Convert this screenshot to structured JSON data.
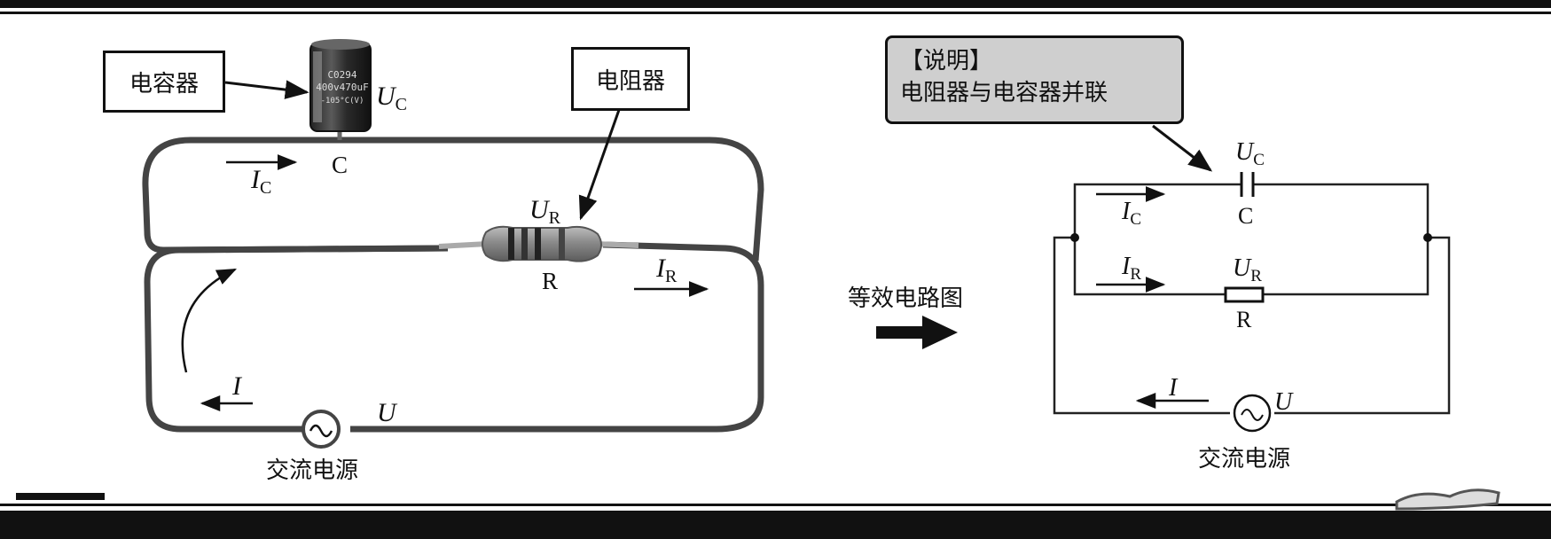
{
  "left": {
    "callout_capacitor": "电容器",
    "callout_resistor": "电阻器",
    "capacitor_print": [
      "C0294",
      "400v470uF",
      "-105°C(V)"
    ],
    "cap_voltage": {
      "sym": "U",
      "sub": "C"
    },
    "cap_letter": "C",
    "cap_current": {
      "sym": "I",
      "sub": "C"
    },
    "res_voltage": {
      "sym": "U",
      "sub": "R"
    },
    "res_letter": "R",
    "res_current": {
      "sym": "I",
      "sub": "R"
    },
    "total_current": "I",
    "source_voltage": "U",
    "source_label": "交流电源"
  },
  "middle": {
    "label": "等效电路图"
  },
  "right": {
    "note_title": "【说明】",
    "note_text": "电阻器与电容器并联",
    "cap_voltage": {
      "sym": "U",
      "sub": "C"
    },
    "cap_letter": "C",
    "cap_current": {
      "sym": "I",
      "sub": "C"
    },
    "res_voltage": {
      "sym": "U",
      "sub": "R"
    },
    "res_letter": "R",
    "res_current": {
      "sym": "I",
      "sub": "R"
    },
    "total_current": "I",
    "source_voltage": "U",
    "source_label": "交流电源"
  }
}
